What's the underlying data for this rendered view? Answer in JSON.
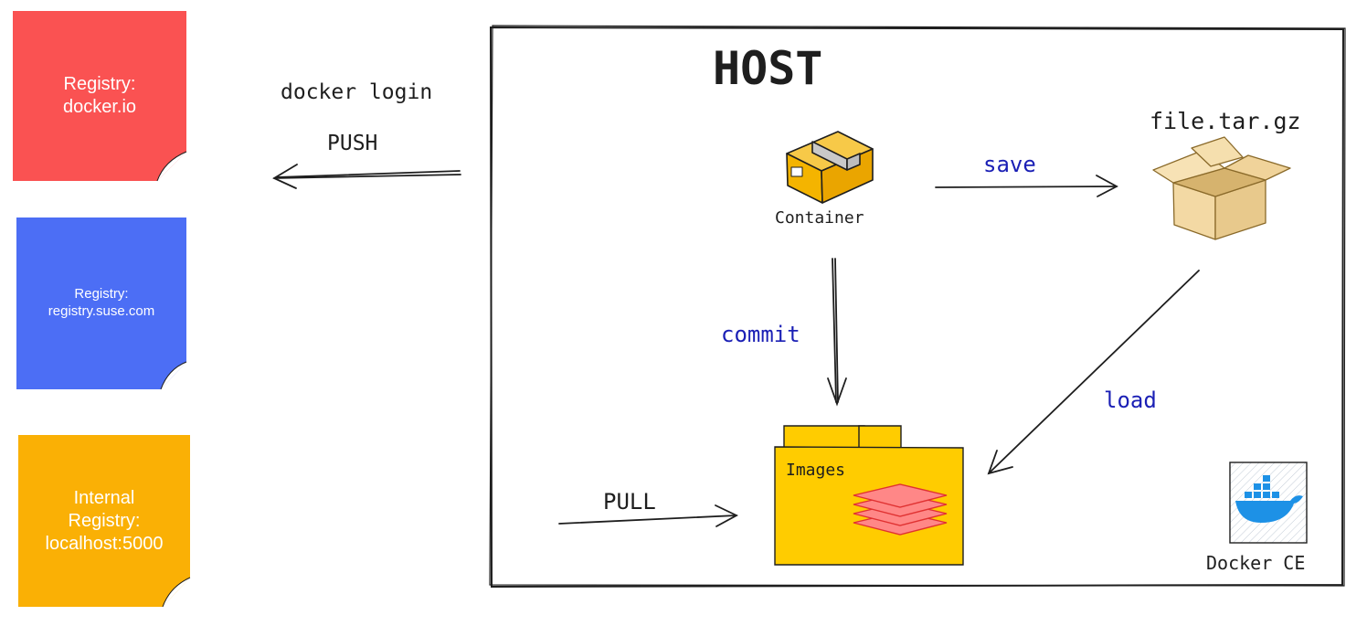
{
  "registries": [
    {
      "name": "registry-docker-io",
      "text": "Registry:\ndocker.io",
      "color": "#fa5252"
    },
    {
      "name": "registry-suse",
      "text": "Registry:\nregistry.suse.com",
      "color": "#4c6ef5"
    },
    {
      "name": "registry-internal",
      "text": "Internal\nRegistry:\nlocalhost:5000",
      "color": "#fab005"
    }
  ],
  "push": {
    "line1": "docker login",
    "line2": "PUSH"
  },
  "host": {
    "title": "HOST"
  },
  "container": {
    "label": "Container",
    "icon": "package-box-icon"
  },
  "archive": {
    "label": "file.tar.gz",
    "icon": "open-box-icon"
  },
  "images": {
    "label": "Images",
    "icon": "folder-layers-icon"
  },
  "actions": {
    "save": "save",
    "commit": "commit",
    "load": "load",
    "pull": "PULL"
  },
  "docker": {
    "label": "Docker CE",
    "icon": "docker-whale-icon"
  },
  "colors": {
    "action_text": "#1a1fb5",
    "stroke": "#1e1e1e",
    "folder": "#ffcc00",
    "layers": "#ff8787"
  }
}
